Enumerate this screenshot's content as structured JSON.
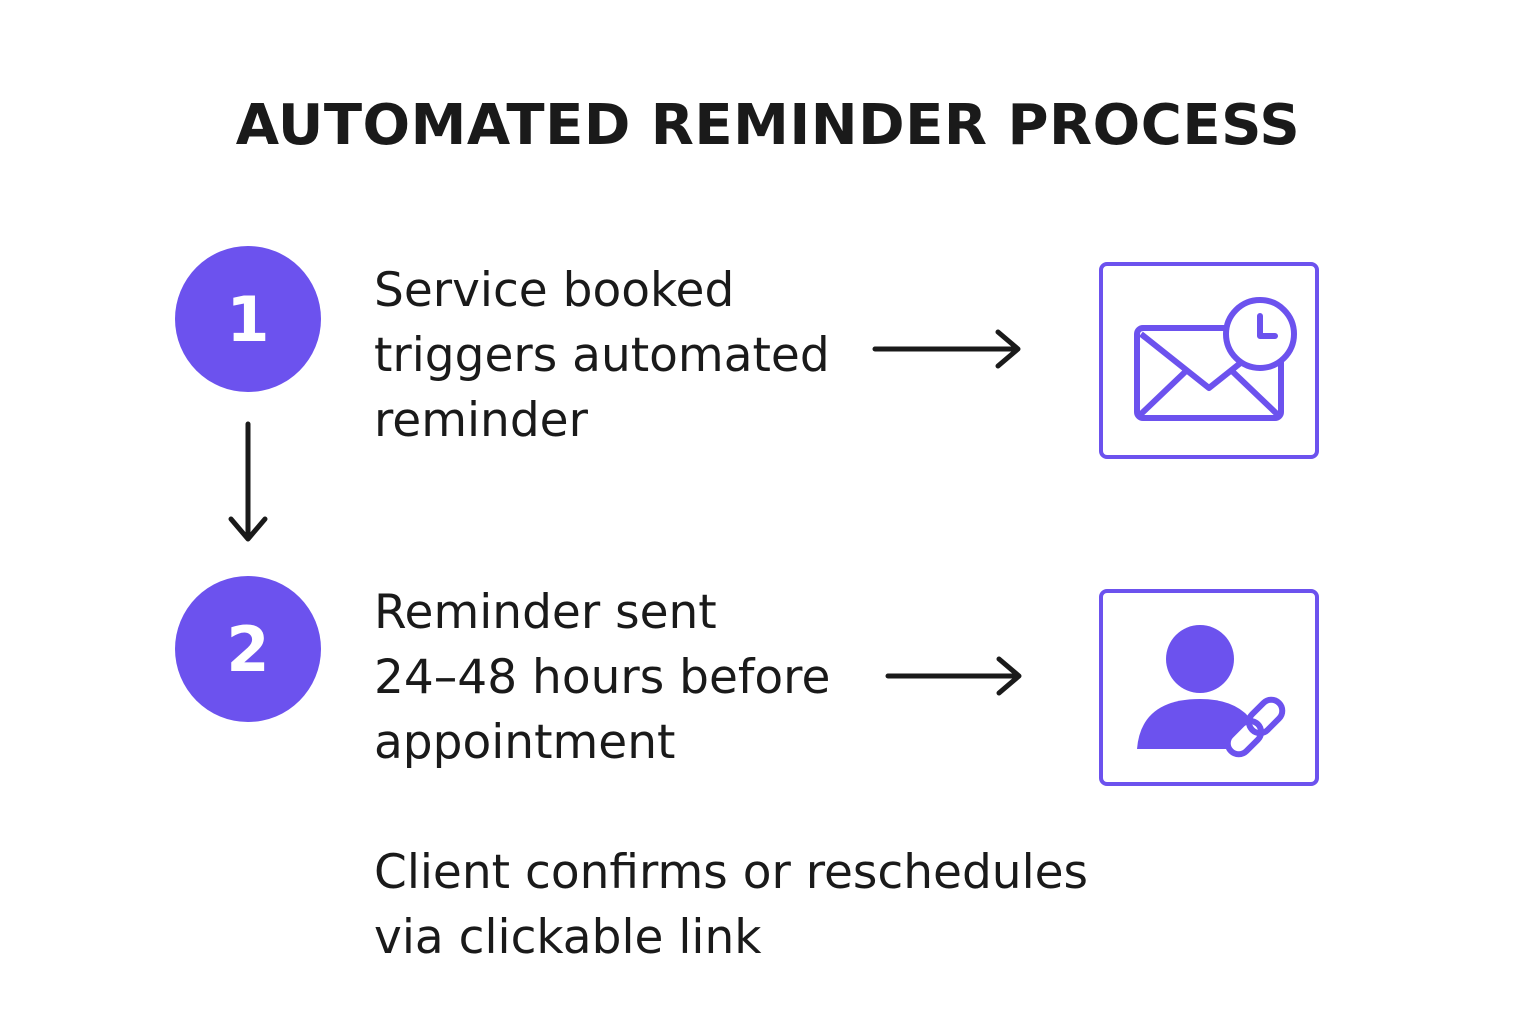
{
  "title": "AUTOMATED REMINDER PROCESS",
  "steps": [
    {
      "number": "1",
      "lines": [
        "Service booked",
        "triggers automated",
        "reminder"
      ],
      "icon": "envelope-clock-icon"
    },
    {
      "number": "2",
      "lines": [
        "Reminder sent",
        "24–48 hours before",
        "appointment"
      ],
      "icon": "user-link-icon"
    }
  ],
  "footer": {
    "lines": [
      "Client confirms or reschedules",
      "via clickable link"
    ]
  },
  "colors": {
    "accent": "#6c52ee",
    "text": "#1a1a1a",
    "background": "#ffffff"
  }
}
